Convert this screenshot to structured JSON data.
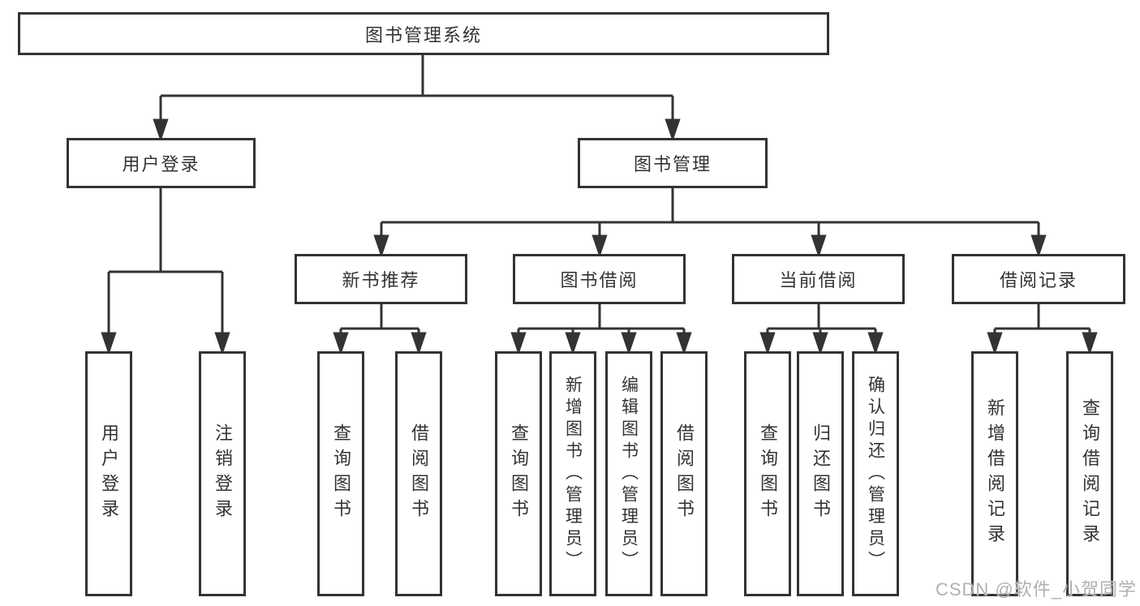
{
  "diagram": {
    "root": {
      "label": "图书管理系统"
    },
    "level2": [
      {
        "label": "用户登录",
        "children": [
          "用户登录",
          "注销登录"
        ]
      },
      {
        "label": "图书管理"
      }
    ],
    "level3": [
      {
        "label": "新书推荐",
        "children": [
          "查询图书",
          "借阅图书"
        ]
      },
      {
        "label": "图书借阅",
        "children": [
          "查询图书",
          "新增图书（管理员）",
          "编辑图书（管理员）",
          "借阅图书"
        ]
      },
      {
        "label": "当前借阅",
        "children": [
          "查询图书",
          "归还图书",
          "确认归还（管理员）"
        ]
      },
      {
        "label": "借阅记录",
        "children": [
          "新增借阅记录",
          "查询借阅记录"
        ]
      }
    ],
    "colors": {
      "line": "#333333",
      "text": "#333333",
      "watermark": "#b0b0b0"
    }
  },
  "watermark": {
    "text": "CSDN @软件_小贺同学"
  }
}
